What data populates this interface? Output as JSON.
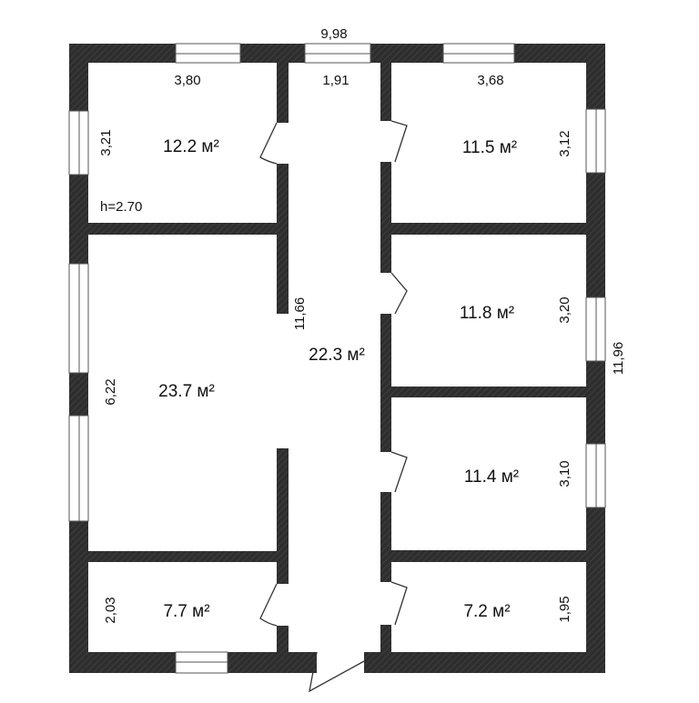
{
  "plan": {
    "overall_width": "9,98",
    "overall_depth": "11,96",
    "ceiling_height": "h=2.70",
    "corridor_length": "11,66",
    "rooms": [
      {
        "name": "bedroom-top-left",
        "area": "12.2 м²",
        "width": "3,80",
        "depth": "3,21"
      },
      {
        "name": "corridor",
        "area": "22.3 м²",
        "width": "1,91"
      },
      {
        "name": "bedroom-top-right",
        "area": "11.5 м²",
        "width": "3,68",
        "depth": "3,12"
      },
      {
        "name": "living-room",
        "area": "23.7 м²",
        "depth": "6,22"
      },
      {
        "name": "room-right-middle",
        "area": "11.8 м²",
        "depth": "3,20"
      },
      {
        "name": "room-right-lower",
        "area": "11.4 м²",
        "depth": "3,10"
      },
      {
        "name": "room-bottom-left",
        "area": "7.7 м²",
        "depth": "2,03"
      },
      {
        "name": "room-bottom-right",
        "area": "7.2 м²",
        "depth": "1,95"
      }
    ]
  },
  "colors": {
    "wall": "#2e2e2e",
    "background": "#ffffff"
  }
}
